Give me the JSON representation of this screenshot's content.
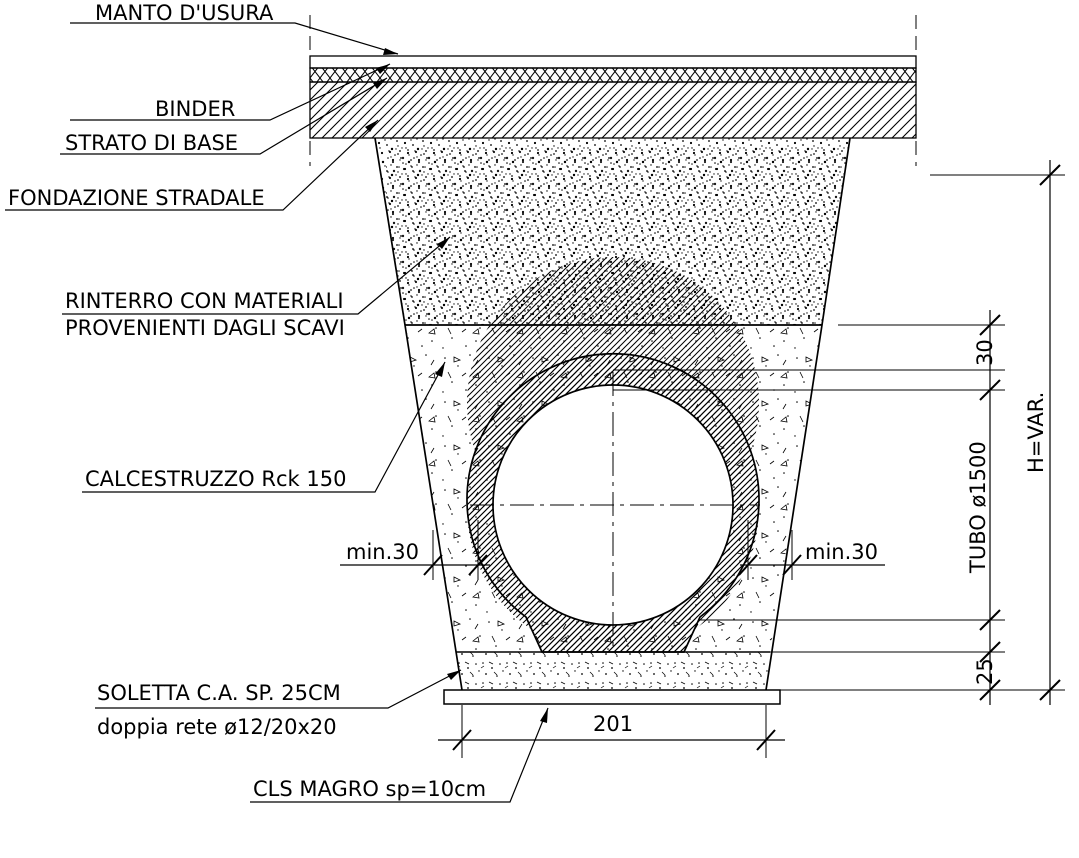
{
  "labels": {
    "manto_usura": "MANTO D'USURA",
    "binder": "BINDER",
    "strato_base": "STRATO DI BASE",
    "fondazione": "FONDAZIONE STRADALE",
    "rinterro_1": "RINTERRO CON MATERIALI",
    "rinterro_2": "PROVENIENTI DAGLI SCAVI",
    "calcestruzzo": "CALCESTRUZZO Rck 150",
    "min_left": "min.30",
    "min_right": "min.30",
    "soletta_1": "SOLETTA C.A. SP. 25CM",
    "soletta_2": "doppia rete ø12/20x20",
    "cls_magro": "CLS MAGRO sp=10cm",
    "width_201": "201",
    "dim_30": "30",
    "tubo": "TUBO ø1500",
    "dim_25": "25",
    "h_var": "H=VAR."
  }
}
